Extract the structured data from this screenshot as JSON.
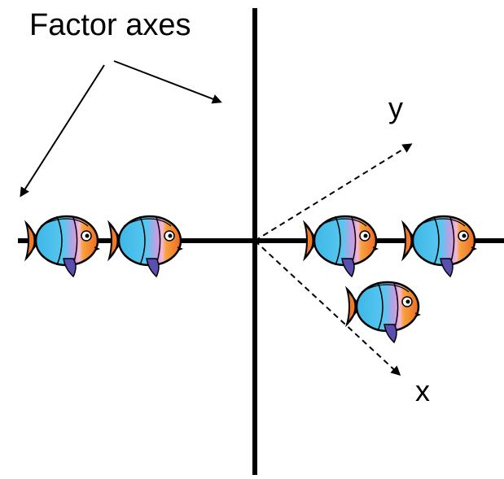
{
  "title": "Factor axes",
  "axis_labels": {
    "x": "x",
    "y": "y"
  },
  "fish_icon": "tropical-fish-icon",
  "colors": {
    "axis": "#000000",
    "fish_body": "#3fb6e6",
    "fish_head": "#f07a2a",
    "fish_fin": "#5a4fb0",
    "fish_stripe": "#f5b7d8"
  }
}
